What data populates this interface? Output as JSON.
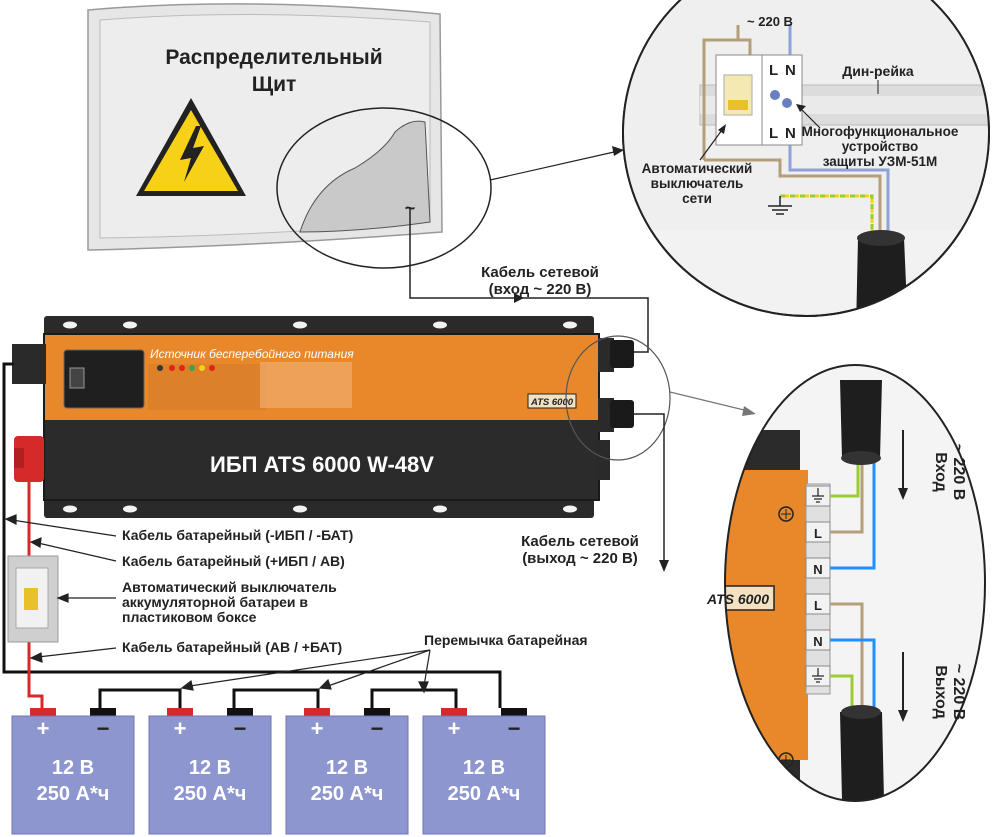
{
  "panel": {
    "title_line1": "Распределительный",
    "title_line2": "Щит",
    "tilde": "~"
  },
  "zoom_top": {
    "voltage": "~ 220 В",
    "L": "L",
    "N": "N",
    "L2": "L",
    "N2": "N",
    "din_rail": "Дин-рейка",
    "uzm_line1": "Многофункциональное",
    "uzm_line2": "устройство",
    "uzm_line3": "защиты УЗМ-51М",
    "breaker_line1": "Автоматический",
    "breaker_line2": "выключатель",
    "breaker_line3": "сети"
  },
  "ups": {
    "header": "Источник бесперебойного питания",
    "model_badge": "ATS 6000",
    "name": "ИБП ATS 6000 W-48V"
  },
  "cables": {
    "mains_in_line1": "Кабель сетевой",
    "mains_in_line2": "(вход ~ 220 В)",
    "mains_out_line1": "Кабель сетевой",
    "mains_out_line2": "(выход ~ 220 В)",
    "bat_neg": "Кабель батарейный (-ИБП / -БАТ)",
    "bat_pos": "Кабель батарейный  (+ИБП / АВ)",
    "breaker_line1": "Автоматический выключатель",
    "breaker_line2": "аккумуляторной батареи в",
    "breaker_line3": "пластиковом боксе",
    "bat_av": "Кабель батарейный  (АВ / +БАТ)",
    "jumper": "Перемычка батарейная"
  },
  "zoom_right": {
    "model": "ATS 6000",
    "in_label": "Вход",
    "in_voltage": "~ 220 В",
    "out_label": "Выход",
    "out_voltage": "~ 220 В",
    "terminals": [
      "L",
      "N",
      "L",
      "N"
    ]
  },
  "batteries": [
    {
      "plus": "+",
      "minus": "−",
      "voltage": "12 В",
      "capacity": "250 А*ч"
    },
    {
      "plus": "+",
      "minus": "−",
      "voltage": "12 В",
      "capacity": "250 А*ч"
    },
    {
      "plus": "+",
      "minus": "−",
      "voltage": "12 В",
      "capacity": "250 А*ч"
    },
    {
      "plus": "+",
      "minus": "−",
      "voltage": "12 В",
      "capacity": "250 А*ч"
    }
  ],
  "colors": {
    "orange": "#E8882A",
    "ups_dark": "#2B2B2B",
    "battery": "#8E96CF",
    "red_cable": "#D42A2A",
    "warning_yellow": "#F7D117"
  }
}
